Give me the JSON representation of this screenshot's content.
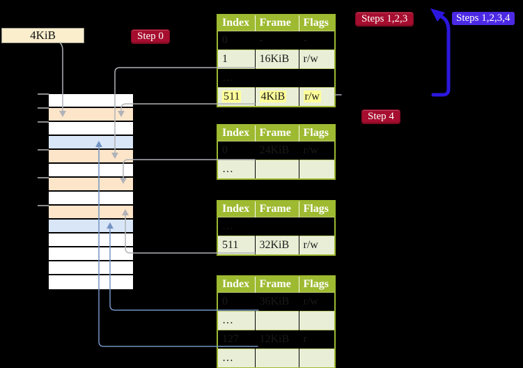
{
  "diagram": {
    "frame_label": "4KiB",
    "steps": {
      "step0": "Step 0",
      "steps123": "Steps 1,2,3",
      "steps1234": "Steps 1,2,3,4",
      "step4": "Step 4"
    }
  },
  "memory_strip": {
    "rows": [
      "white",
      "orange",
      "white",
      "blue",
      "orange",
      "white",
      "orange",
      "white",
      "orange",
      "blue",
      "white",
      "white",
      "white",
      "white"
    ]
  },
  "tables": [
    {
      "name": "page-table-1",
      "headers": [
        "Index",
        "Frame",
        "Flags"
      ],
      "rows": [
        {
          "cells": [
            "0",
            "-",
            "-"
          ],
          "shade": false,
          "highlight": false
        },
        {
          "cells": [
            "1",
            "16KiB",
            "r/w"
          ],
          "shade": true,
          "highlight": false
        },
        {
          "cells": [
            "…",
            "",
            ""
          ],
          "shade": false,
          "highlight": false
        },
        {
          "cells": [
            "511",
            "4KiB",
            "r/w"
          ],
          "shade": true,
          "highlight": true
        }
      ]
    },
    {
      "name": "page-table-2",
      "headers": [
        "Index",
        "Frame",
        "Flags"
      ],
      "rows": [
        {
          "cells": [
            "0",
            "24KiB",
            "r/w"
          ],
          "shade": false,
          "highlight": false
        },
        {
          "cells": [
            "…",
            "",
            ""
          ],
          "shade": true,
          "highlight": false
        }
      ]
    },
    {
      "name": "page-table-3",
      "headers": [
        "Index",
        "Frame",
        "Flags"
      ],
      "rows": [
        {
          "cells": [
            "…",
            "",
            ""
          ],
          "shade": false,
          "highlight": false
        },
        {
          "cells": [
            "511",
            "32KiB",
            "r/w"
          ],
          "shade": true,
          "highlight": false
        }
      ]
    },
    {
      "name": "page-table-4",
      "headers": [
        "Index",
        "Frame",
        "Flags"
      ],
      "rows": [
        {
          "cells": [
            "0",
            "36KiB",
            "r/w"
          ],
          "shade": false,
          "highlight": false
        },
        {
          "cells": [
            "…",
            "",
            ""
          ],
          "shade": true,
          "highlight": false
        },
        {
          "cells": [
            "127",
            "12KiB",
            "r"
          ],
          "shade": false,
          "highlight": false
        },
        {
          "cells": [
            "…",
            "",
            ""
          ],
          "shade": true,
          "highlight": false
        }
      ]
    }
  ],
  "colors": {
    "table_header": "#9eba31",
    "table_row_shade": "#e9eed6",
    "highlight": "#ffff99",
    "frame_page": "#fde5ca",
    "frame_blue": "#d9e6f7",
    "frame_label_bg": "#faeecd",
    "step_red": "#a60d2e",
    "step_purple": "#4c2ae4",
    "loop_arrow": "#2c17de",
    "connector_gray": "#b0b3b8",
    "connector_blue": "#7494c4"
  }
}
